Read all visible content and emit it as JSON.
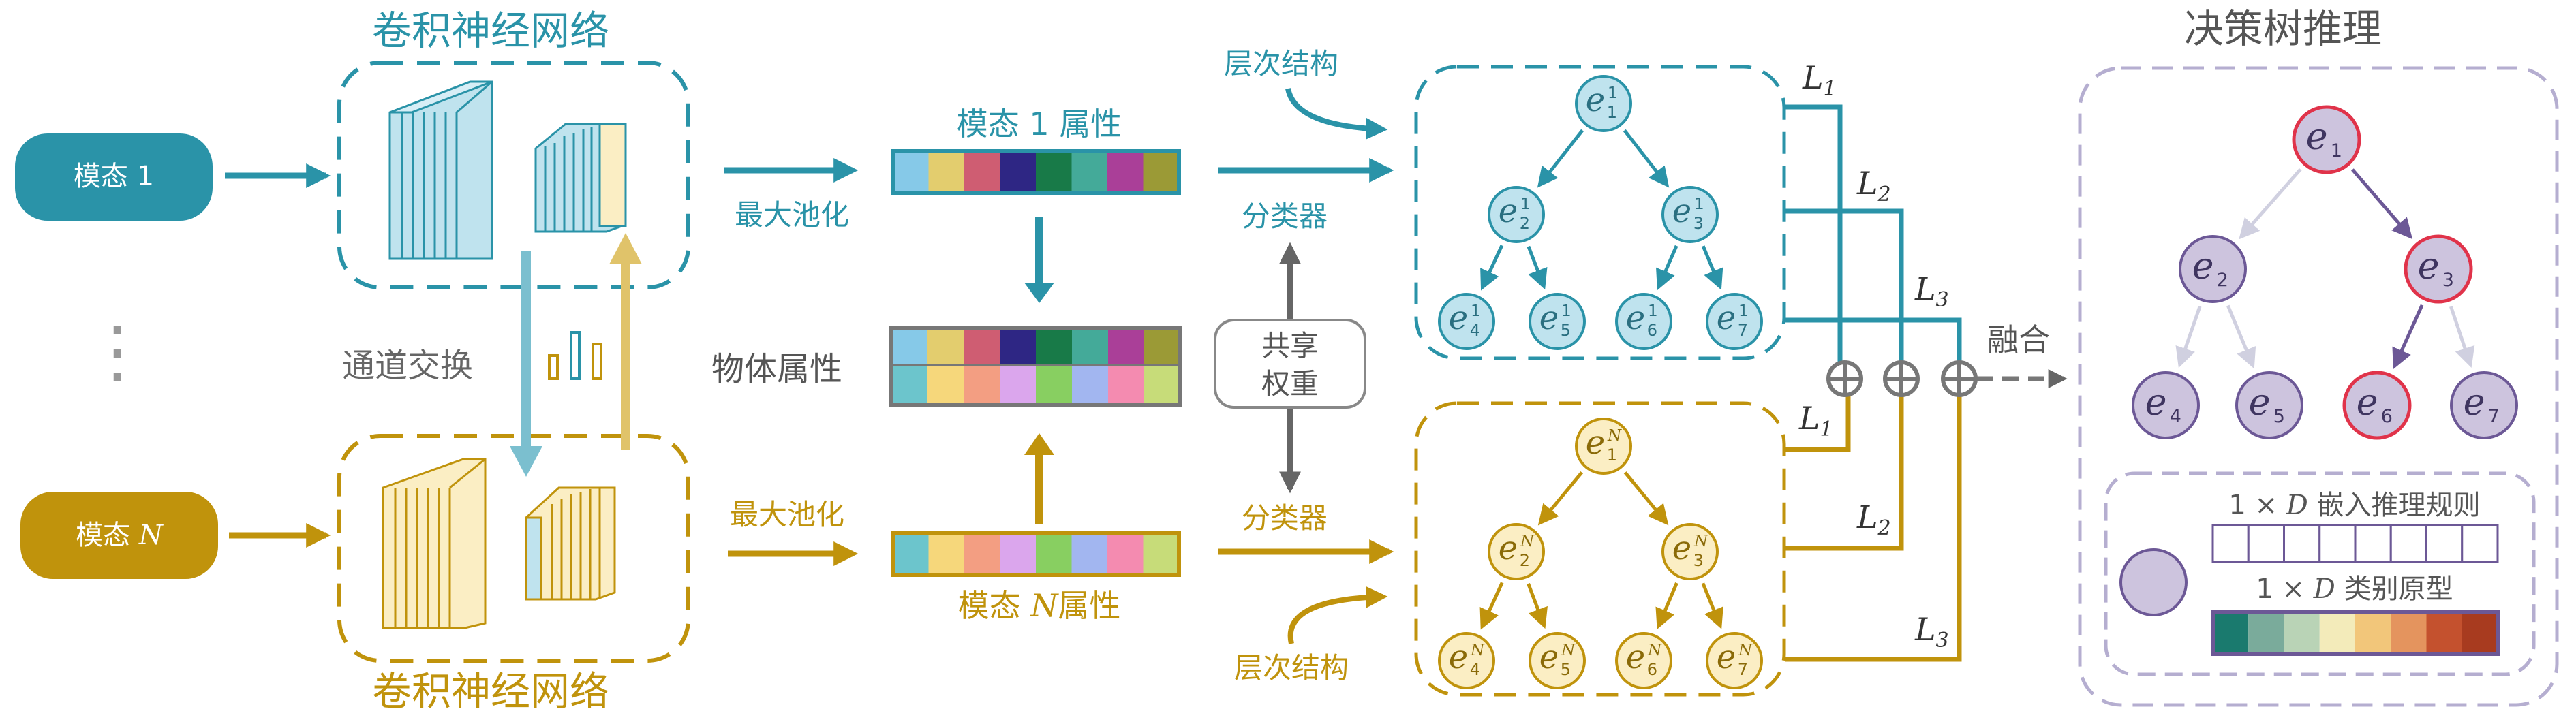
{
  "colors": {
    "teal": "#2a93a8",
    "teal_light": "#bfe3ee",
    "gold": "#c0930c",
    "gold_light": "#fbeec4",
    "purple_dash": "#b5aed0",
    "node_purple": "#cdc4de",
    "node_red": "#e0334a",
    "arrow_gray": "#666666"
  },
  "labels": {
    "cnn_top": "卷积神经网络",
    "cnn_bottom": "卷积神经网络",
    "modality1_btn": "模态 1",
    "modalityN_btn": "模态",
    "modalityN_btn_var": "N",
    "vertical_dots": "⋮",
    "channel_swap": "通道交换",
    "maxpool_top": "最大池化",
    "maxpool_bottom": "最大池化",
    "modality1_attr": "模态 1 属性",
    "modalityN_attr_prefix": "模态",
    "modalityN_attr_var": "N",
    "modalityN_attr_suffix": "属性",
    "object_attr": "物体属性",
    "hier_top": "层次结构",
    "hier_bottom": "层次结构",
    "classifier_top": "分类器",
    "classifier_bottom": "分类器",
    "shared_weights_1": "共享",
    "shared_weights_2": "权重",
    "fusion": "融合",
    "decision_tree": "决策树推理",
    "embed_rule_prefix": "1 ×",
    "embed_rule_var": "D",
    "embed_rule_suffix": "嵌入推理规则",
    "class_proto_prefix": "1 ×",
    "class_proto_var": "D",
    "class_proto_suffix": "类别原型"
  },
  "loss_labels_top": [
    "L1",
    "L2",
    "L3"
  ],
  "loss_labels_bottom": [
    "L1",
    "L2",
    "L3"
  ],
  "tree_top_nodes": [
    {
      "base": "e",
      "sub": "1",
      "sup": "1"
    },
    {
      "base": "e",
      "sub": "2",
      "sup": "1"
    },
    {
      "base": "e",
      "sub": "3",
      "sup": "1"
    },
    {
      "base": "e",
      "sub": "4",
      "sup": "1"
    },
    {
      "base": "e",
      "sub": "5",
      "sup": "1"
    },
    {
      "base": "e",
      "sub": "6",
      "sup": "1"
    },
    {
      "base": "e",
      "sub": "7",
      "sup": "1"
    }
  ],
  "tree_bottom_nodes": [
    {
      "base": "e",
      "sub": "1",
      "sup": "N"
    },
    {
      "base": "e",
      "sub": "2",
      "sup": "N"
    },
    {
      "base": "e",
      "sub": "3",
      "sup": "N"
    },
    {
      "base": "e",
      "sub": "4",
      "sup": "N"
    },
    {
      "base": "e",
      "sub": "5",
      "sup": "N"
    },
    {
      "base": "e",
      "sub": "6",
      "sup": "N"
    },
    {
      "base": "e",
      "sub": "7",
      "sup": "N"
    }
  ],
  "tree_decision_nodes": [
    {
      "base": "e",
      "sub": "1",
      "highlight": true
    },
    {
      "base": "e",
      "sub": "2",
      "highlight": false
    },
    {
      "base": "e",
      "sub": "3",
      "highlight": true
    },
    {
      "base": "e",
      "sub": "4",
      "highlight": false
    },
    {
      "base": "e",
      "sub": "5",
      "highlight": false
    },
    {
      "base": "e",
      "sub": "6",
      "highlight": true
    },
    {
      "base": "e",
      "sub": "7",
      "highlight": false
    }
  ],
  "attr_colors_modality1": [
    "#86c9e8",
    "#e3cd6e",
    "#cf5d72",
    "#2e2684",
    "#187a48",
    "#44aa99",
    "#aa3f98",
    "#9b9a36"
  ],
  "attr_colors_object_top": [
    "#86c9e8",
    "#e3cd6e",
    "#cf5d72",
    "#2e2684",
    "#187a48",
    "#44aa99",
    "#aa3f98",
    "#9b9a36"
  ],
  "attr_colors_object_bottom": [
    "#6cc5cc",
    "#f6d77b",
    "#f39e82",
    "#dba6ed",
    "#88cf61",
    "#a2b6f0",
    "#f48bb0",
    "#c7dc79"
  ],
  "attr_colors_modalityN": [
    "#6cc5cc",
    "#f6d77b",
    "#f39e82",
    "#dba6ed",
    "#88cf61",
    "#a2b6f0",
    "#f48bb0",
    "#c7dc79"
  ],
  "prototype_colors": [
    "#1a7a6e",
    "#7aab9b",
    "#b9d3b6",
    "#f3ebba",
    "#f2c67a",
    "#e4945e",
    "#c4512e",
    "#a83b1f"
  ]
}
